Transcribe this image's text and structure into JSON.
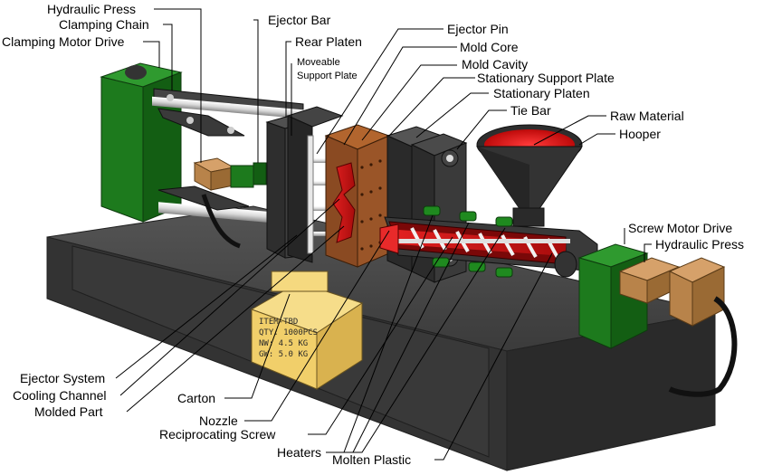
{
  "labels": {
    "hydraulic_press_top": "Hydraulic Press",
    "clamping_chain": "Clamping Chain",
    "clamping_motor_drive": "Clamping Motor Drive",
    "ejector_bar": "Ejector Bar",
    "rear_platen": "Rear Platen",
    "moveable_support_plate_1": "Moveable",
    "moveable_support_plate_2": "Support Plate",
    "ejector_pin": "Ejector Pin",
    "mold_core": "Mold Core",
    "mold_cavity": "Mold Cavity",
    "stationary_support_plate": "Stationary Support Plate",
    "stationary_platen": "Stationary Platen",
    "tie_bar": "Tie Bar",
    "raw_material": "Raw Material",
    "hooper": "Hooper",
    "screw_motor_drive": "Screw Motor Drive",
    "hydraulic_press_right": "Hydraulic Press",
    "ejector_system": "Ejector System",
    "cooling_channel": "Cooling Channel",
    "molded_part": "Molded Part",
    "carton": "Carton",
    "nozzle": "Nozzle",
    "reciprocating_screw": "Reciprocating Screw",
    "heaters": "Heaters",
    "molten_plastic": "Molten Plastic"
  },
  "carton_text": {
    "line1": "ITEM-TBD",
    "line2": "QTY: 1000PCS",
    "line3": "NW: 4.5 KG",
    "line4": "GW: 5.0 KG"
  },
  "colors": {
    "machine_dark": "#3a3a3a",
    "machine_top": "#4a4a4a",
    "green_drive": "#1d7a1d",
    "tan_press": "#b8834a",
    "mold_brown": "#8a4a22",
    "molten_red": "#d81a1a",
    "carton_yellow": "#f1cf6a"
  }
}
